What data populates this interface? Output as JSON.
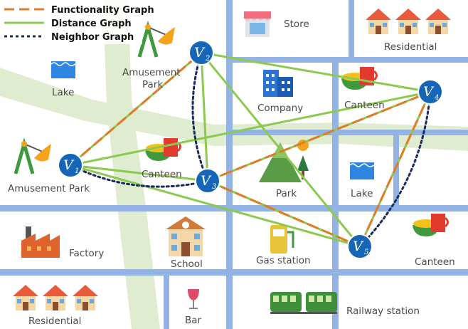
{
  "legend": {
    "functionality": "Functionality Graph",
    "distance": "Distance Graph",
    "neighbor": "Neighbor Graph"
  },
  "colors": {
    "functionality": "#e07b28",
    "distance": "#8cc94f",
    "neighbor": "#1a2a5c",
    "road": "#8fb0e0",
    "park_band": "#d9e8c8",
    "node": "#1666b8"
  },
  "places": {
    "store": "Store",
    "residential_top": "Residential",
    "amusement_park_top": "Amusement\nPark",
    "lake_left": "Lake",
    "company": "Company",
    "canteen_top": "Canteen",
    "amusement_park_left": "Amusement Park",
    "canteen_mid": "Canteen",
    "park": "Park",
    "lake_right": "Lake",
    "factory": "Factory",
    "school": "School",
    "gas_station": "Gas station",
    "canteen_right": "Canteen",
    "residential_bottom": "Residential",
    "bar": "Bar",
    "railway_station": "Railway station"
  },
  "nodes": [
    {
      "id": "v1",
      "label": "V",
      "sub": "1"
    },
    {
      "id": "v2",
      "label": "V",
      "sub": "2"
    },
    {
      "id": "v3",
      "label": "V",
      "sub": "3"
    },
    {
      "id": "v4",
      "label": "V",
      "sub": "4"
    },
    {
      "id": "v5",
      "label": "V",
      "sub": "5"
    }
  ],
  "edges": {
    "functionality": [
      [
        "v1",
        "v2"
      ],
      [
        "v3",
        "v4"
      ],
      [
        "v3",
        "v5"
      ],
      [
        "v4",
        "v5"
      ]
    ],
    "distance": [
      [
        "v1",
        "v2"
      ],
      [
        "v1",
        "v3"
      ],
      [
        "v1",
        "v4"
      ],
      [
        "v1",
        "v5"
      ],
      [
        "v2",
        "v3"
      ],
      [
        "v2",
        "v4"
      ],
      [
        "v2",
        "v5"
      ],
      [
        "v3",
        "v4"
      ],
      [
        "v3",
        "v5"
      ],
      [
        "v4",
        "v5"
      ]
    ],
    "neighbor": [
      [
        "v1",
        "v3"
      ],
      [
        "v2",
        "v3"
      ],
      [
        "v4",
        "v5"
      ]
    ]
  }
}
